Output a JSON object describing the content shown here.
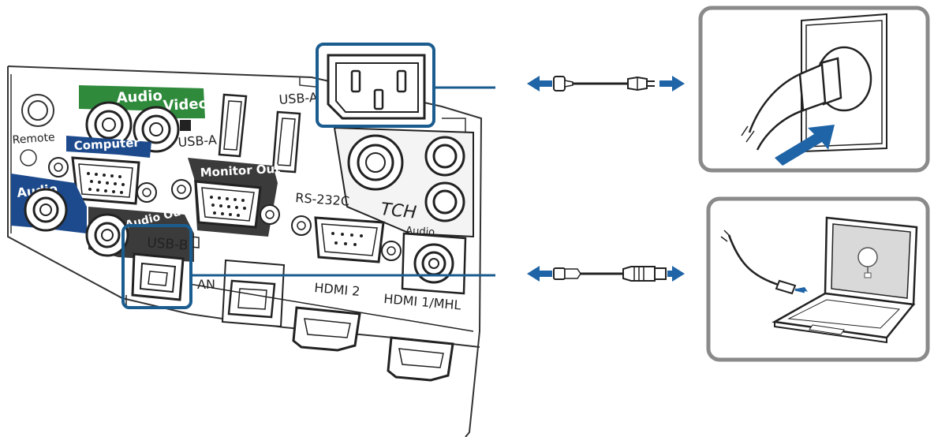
{
  "panel": {
    "badges": {
      "audio_video_left": "Audio",
      "audio_video_right": "Video",
      "computer": "Computer",
      "audio": "Audio",
      "monitor_out": "Monitor Out",
      "audio_out": "Audio Out"
    },
    "labels": {
      "remote": "Remote",
      "usb_a_left": "USB-A",
      "usb_a_right": "USB-A",
      "rs232c": "RS-232C",
      "tch": "TCH",
      "audio_small": "Audio",
      "usb_b": "USB-B",
      "lan": "AN",
      "hdmi2": "HDMI 2",
      "hdmi1": "HDMI 1/MHL"
    }
  },
  "colors": {
    "highlight": "#1b5c8f",
    "arrow": "#1f64a6",
    "green_badge": "#2f8a3c",
    "blue_badge": "#1d4a8c",
    "dark_badge": "#3b3b3b",
    "frame": "#8a8a8a"
  }
}
